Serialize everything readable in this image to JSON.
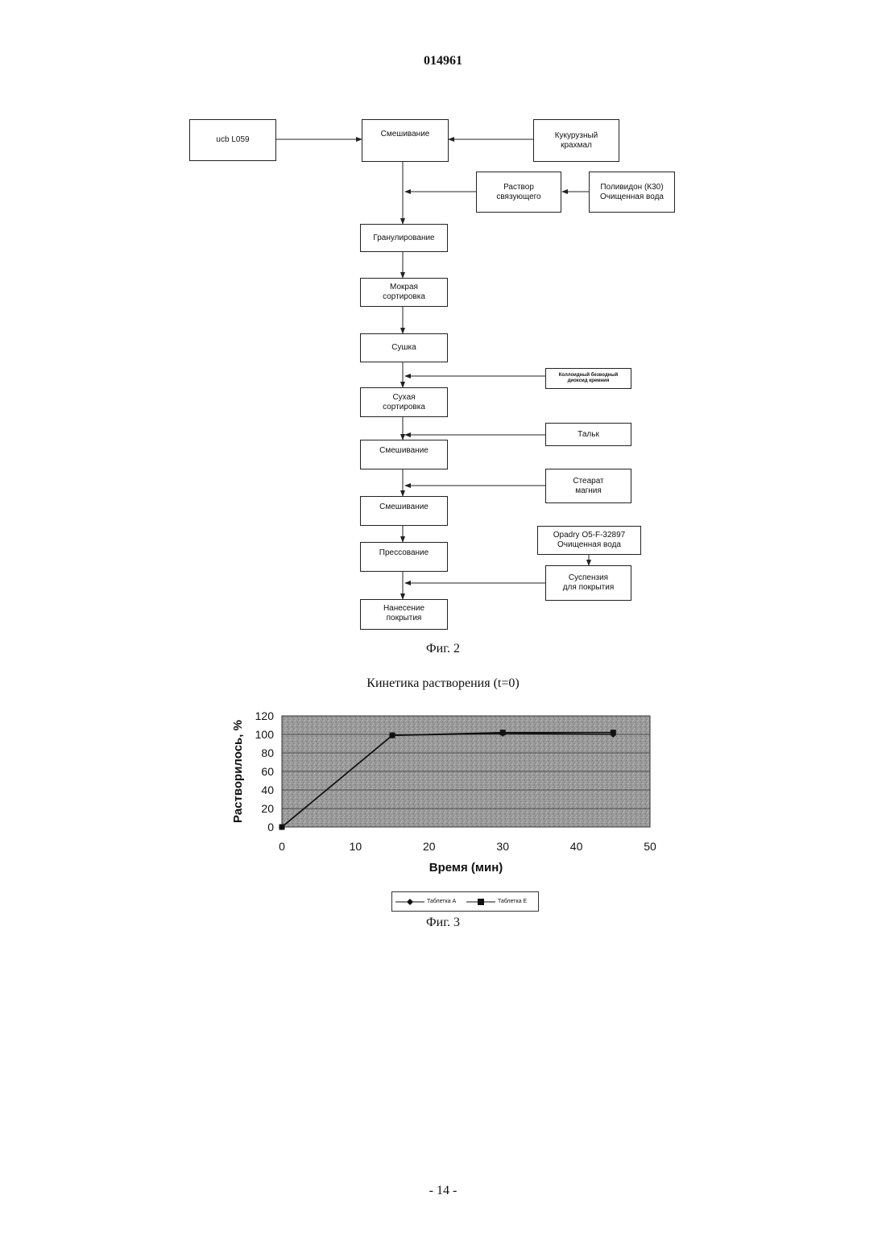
{
  "header": {
    "doc_number": "014961"
  },
  "flowchart": {
    "boxes": {
      "ucb": "ucb L059",
      "mixing1": "Смешивание",
      "corn_starch": "Кукурузный\nкрахмал",
      "binder_solution": "Раствор\nсвязующего",
      "povidone": "Поливидон (К30)\nОчищенная вода",
      "granulation": "Гранулирование",
      "wet_sorting": "Мокрая\nсортировка",
      "drying": "Сушка",
      "silica": "Коллоидный безводный\nдиоксид кремния",
      "dry_sorting": "Сухая\nсортировка",
      "talc": "Тальк",
      "mixing2": "Смешивание",
      "mg_stearate": "Стеарат\nмагния",
      "mixing3": "Смешивание",
      "opadry": "Opadry O5-F-32897\nОчищенная вода",
      "pressing": "Прессование",
      "suspension": "Суспензия\nдля покрытия",
      "coating": "Нанесение\nпокрытия"
    },
    "caption": "Фиг. 2"
  },
  "chart_title": "Кинетика растворения (t=0)",
  "chart_data": {
    "type": "line",
    "title": "Кинетика растворения (t=0)",
    "xlabel": "Время (мин)",
    "ylabel": "Растворилось, %",
    "xlim": [
      0,
      50
    ],
    "ylim": [
      0,
      120
    ],
    "x_ticks": [
      0,
      10,
      20,
      30,
      40,
      50
    ],
    "y_ticks": [
      0,
      20,
      40,
      60,
      80,
      100,
      120
    ],
    "grid": true,
    "legend": "bottom",
    "series": [
      {
        "name": "Таблетка А",
        "marker": "diamond",
        "x": [
          0,
          15,
          30,
          45
        ],
        "y": [
          0,
          99,
          101,
          100
        ]
      },
      {
        "name": "Таблетка Е",
        "marker": "square",
        "x": [
          0,
          15,
          30,
          45
        ],
        "y": [
          0,
          99,
          102,
          102
        ]
      }
    ]
  },
  "figure3_caption": "Фиг. 3",
  "footer": {
    "page_number": "- 14 -"
  }
}
